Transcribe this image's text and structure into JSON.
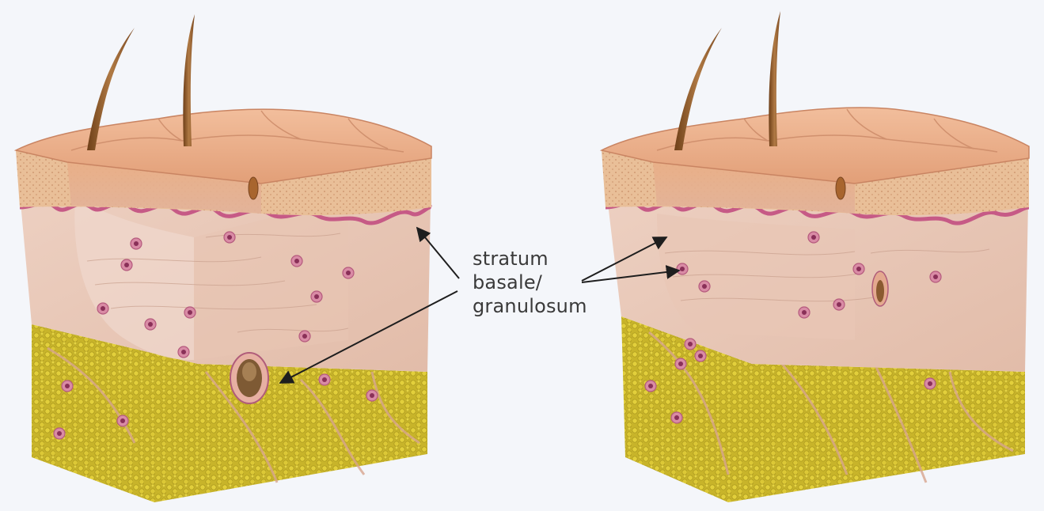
{
  "top_caption": {
    "left": "...",
    "middle": "...",
    "right": "..."
  },
  "callout": {
    "lines": [
      "stratum",
      "basale/",
      "granulosum"
    ]
  },
  "colors": {
    "background": "#f4f6fa",
    "epidermis_top": "#e7a57e",
    "dermis": "#eac7b6",
    "basal_layer": "#c65a86",
    "fat": "#cfbb2a",
    "hair": "#8a5428",
    "arrow": "#1e1e1e",
    "text": "#3a3a3a"
  },
  "panels": [
    {
      "name": "left-skin-block",
      "hair_icons": [
        "hair-shaft-icon",
        "hair-shaft-icon"
      ]
    },
    {
      "name": "right-skin-block",
      "hair_icons": [
        "hair-shaft-icon",
        "hair-shaft-icon"
      ]
    }
  ]
}
